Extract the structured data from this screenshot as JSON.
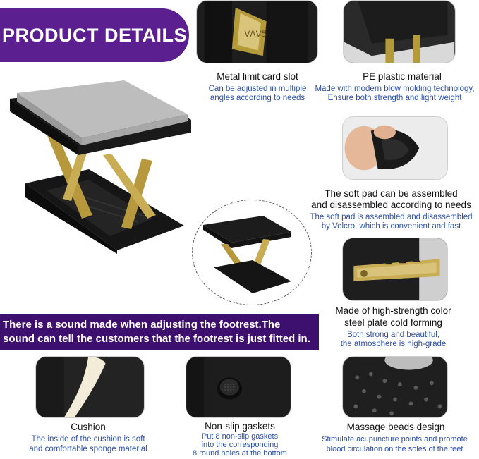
{
  "banner": {
    "title": "PRODUCT DETAILS"
  },
  "features": {
    "metal_slot": {
      "title": "Metal limit card slot",
      "desc_1": "Can be adjusted in multiple",
      "desc_2": "angles according to needs"
    },
    "pe_plastic": {
      "title": "PE plastic material",
      "desc_1": "Made with modern blow molding technology,",
      "desc_2": "Ensure both strength and light weight"
    },
    "soft_pad": {
      "title_1": "The soft pad can be assembled",
      "title_2": "and disassembled according to needs",
      "desc_1": "The soft pad is assembled and disassembled",
      "desc_2": "by Velcro, which is convenient and fast"
    },
    "steel_plate": {
      "title_1": "Made of high-strength color",
      "title_2": "steel plate cold forming",
      "desc_1": "Both strong and beautiful,",
      "desc_2": "the atmosphere is high-grade"
    },
    "cushion": {
      "title": "Cushion",
      "desc_1": "The inside of the cushion is soft",
      "desc_2": "and comfortable sponge material"
    },
    "gaskets": {
      "title": "Non-slip gaskets",
      "desc_1": "Put 8 non-slip gaskets",
      "desc_2": "into the corresponding",
      "desc_3": "8 round holes at the bottom"
    },
    "massage": {
      "title": "Massage beads design",
      "desc_1": "Stimulate acupuncture points and promote",
      "desc_2": "blood circulation on the soles of the feet"
    }
  },
  "sound_note": {
    "line_1": "There is a sound made when adjusting the footrest.The",
    "line_2": "sound can tell the customers that the footrest is just fitted in."
  },
  "colors": {
    "banner": "#5b1f8f",
    "sound_banner": "#3d0f6e",
    "desc_text": "#2b4fa8"
  }
}
